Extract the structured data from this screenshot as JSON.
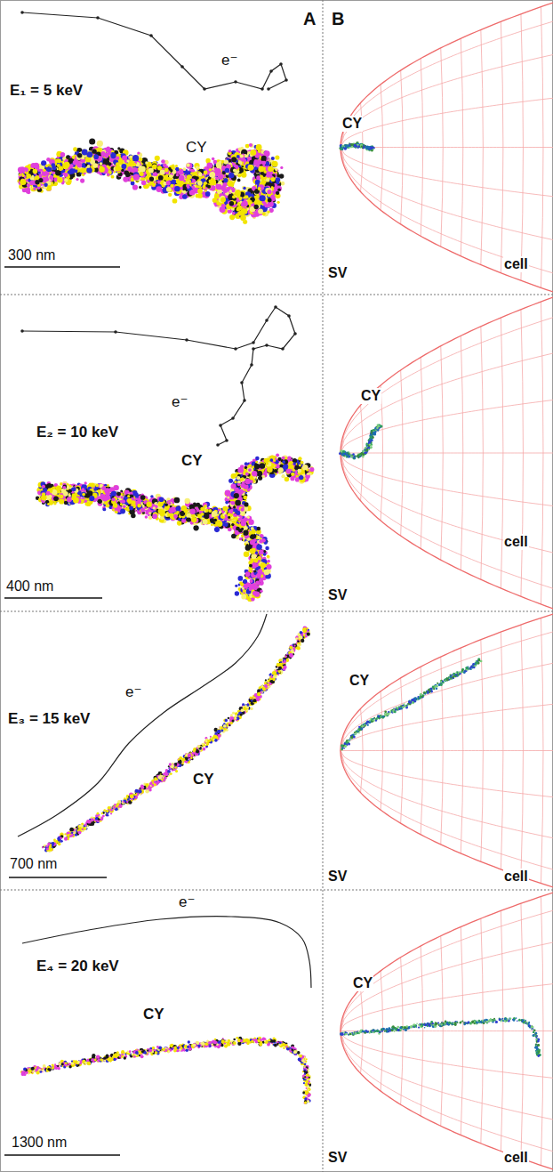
{
  "diagram": {
    "labels": [
      "A",
      "B",
      "e⁻",
      "E₁ = 5 keV",
      "CY",
      "300 nm",
      "CY",
      "SV",
      "cell",
      "e⁻",
      "E₂ = 10 keV",
      "CY",
      "400 nm",
      "CY",
      "cell",
      "SV",
      "e⁻",
      "E₃ = 15 keV",
      "CY",
      "700 nm",
      "CY",
      "SV",
      "cell",
      "e⁻",
      "E₄ = 20 keV",
      "CY",
      "1300 nm",
      "CY",
      "SV",
      "cell"
    ]
  }
}
